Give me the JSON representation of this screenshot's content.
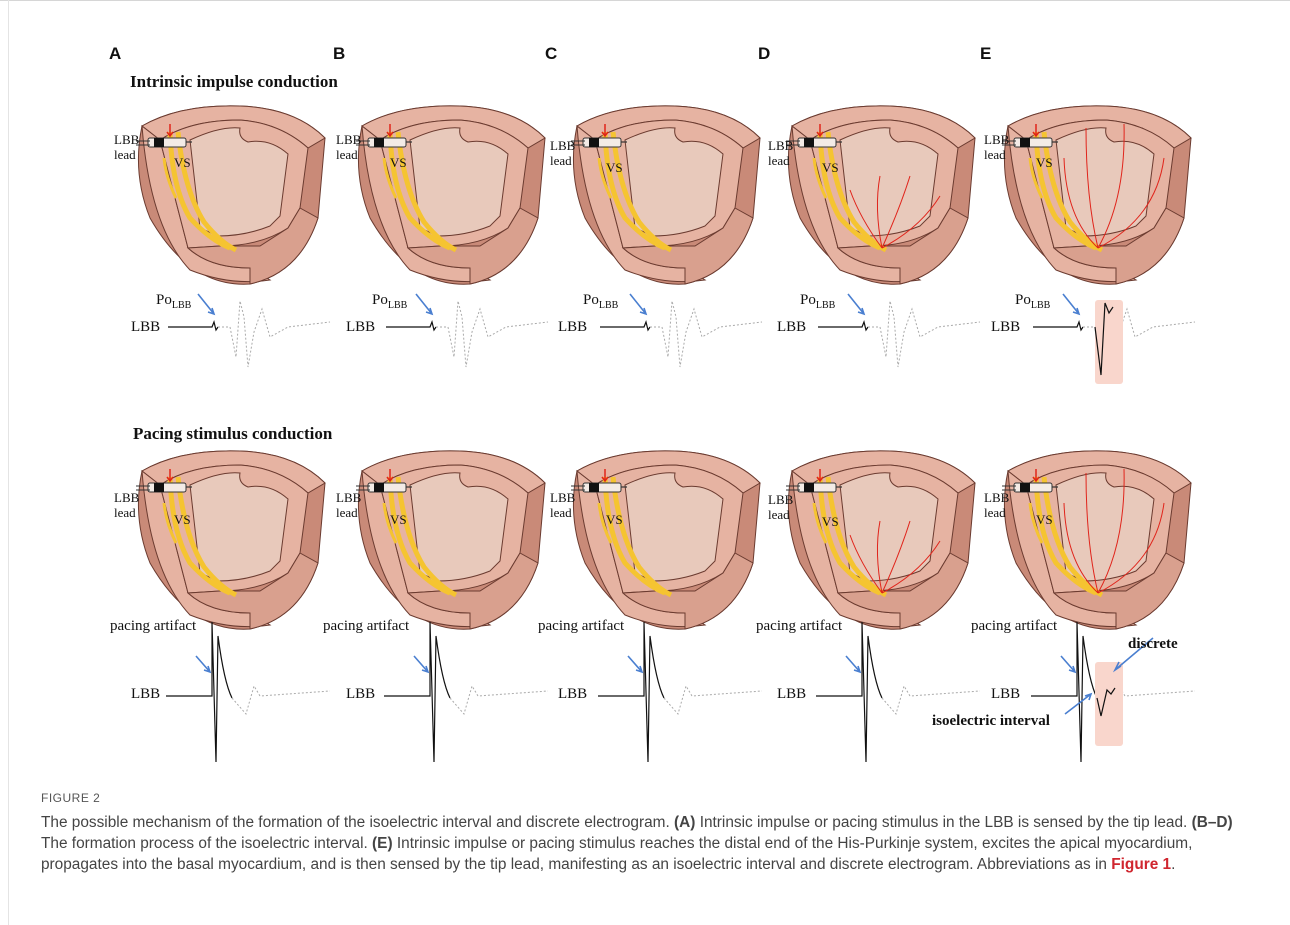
{
  "panels": [
    "A",
    "B",
    "C",
    "D",
    "E"
  ],
  "section_titles": {
    "top": "Intrinsic impulse conduction",
    "bottom": "Pacing stimulus conduction"
  },
  "heart_labels": {
    "lead_line1": "LBB",
    "lead_line2": "lead",
    "vs": "VS"
  },
  "ecg": {
    "lead_label": "LBB",
    "po_label": "Po",
    "po_sub": "LBB",
    "pacing_artifact": "pacing artifact",
    "discrete": "discrete",
    "isoelectric_interval": "isoelectric interval"
  },
  "figure_label": "FIGURE 2",
  "caption": {
    "s1": "The possible mechanism of the formation of the isoelectric interval and discrete electrogram.",
    "a": "(A)",
    "s2": "Intrinsic impulse or pacing stimulus in the LBB is sensed by the tip lead.",
    "bd": "(B–D)",
    "s3": "The formation process of the isoelectric interval.",
    "e": "(E)",
    "s4": "Intrinsic impulse or pacing stimulus reaches the distal end of the His-Purkinje system, excites the apical myocardium, propagates into the basal myocardium, and is then sensed by the tip lead, manifesting as an isoelectric interval and discrete electrogram. Abbreviations as in",
    "ref": "Figure 1",
    "end": "."
  },
  "colors": {
    "heart_outer": "#c98a78",
    "heart_wall": "#e6b3a2",
    "heart_cavity": "#e8c9bb",
    "his_purkinje": "#f5c431",
    "arrow_blue": "#4a7fd0",
    "red_arrow": "#e0241b",
    "highlight": "#f9d6cc"
  }
}
